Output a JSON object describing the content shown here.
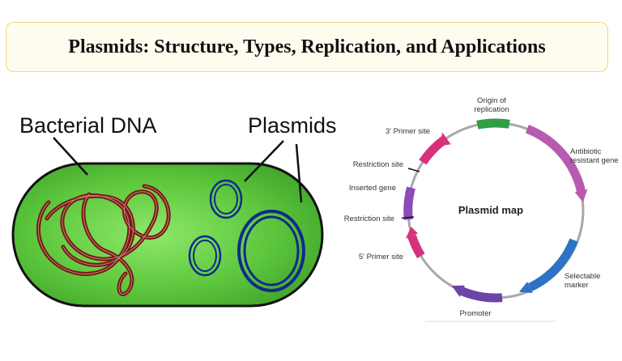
{
  "title": "Plasmids: Structure, Types, Replication, and Applications",
  "cell_diagram": {
    "label_bacterial_dna": "Bacterial DNA",
    "label_plasmids": "Plasmids"
  },
  "plasmid_map": {
    "center_title": "Plasmid map",
    "labels": {
      "origin_line1": "Origin of",
      "origin_line2": "replication",
      "antibiotic_line1": "Antibiotic",
      "antibiotic_line2": "resistant gene",
      "selectable_line1": "Selectable",
      "selectable_line2": "marker",
      "promoter": "Promoter",
      "primer5": "5' Primer site",
      "restriction_bottom": "Restriction site",
      "inserted_gene": "Inserted gene",
      "restriction_top": "Restriction site",
      "primer3": "3' Primer site"
    }
  },
  "colors": {
    "cell_fill": "#5fc83e",
    "cell_outline": "#111111",
    "dna": "#7a1a12",
    "plasmid": "#0f2a8c",
    "origin": "#2f9e44",
    "antibiotic": "#b85ab0",
    "selectable": "#2c73c4",
    "promoter": "#6e43a8",
    "primer": "#d6317c",
    "inserted": "#8a4cb6",
    "ring": "#a8a8a8"
  }
}
